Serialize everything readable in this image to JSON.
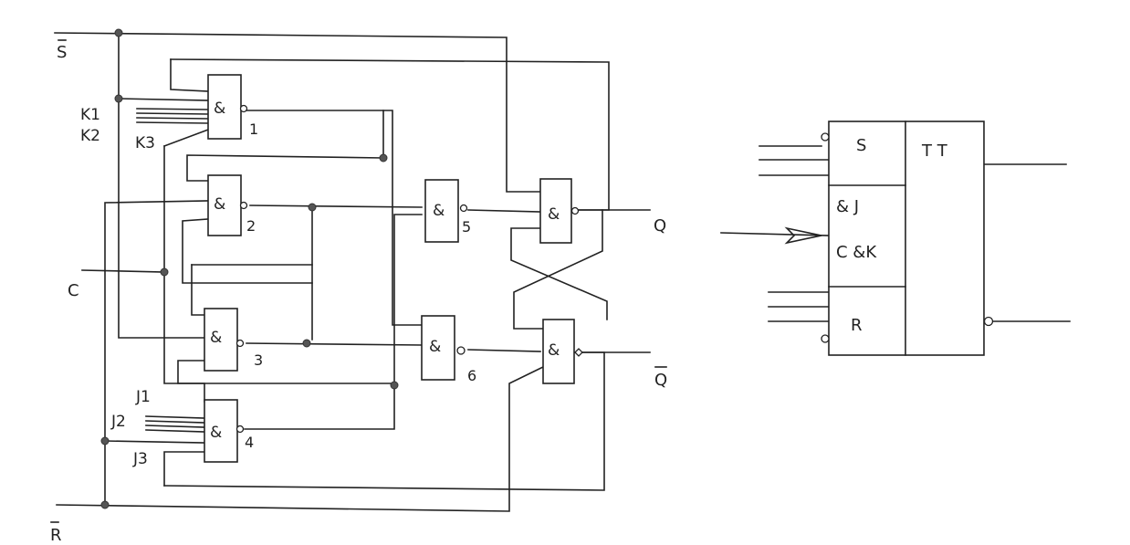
{
  "colors": {
    "ink": "#222222",
    "paper": "#ffffff"
  },
  "gate_symbol": "&",
  "left_circuit": {
    "inputs": {
      "s_bar": "S",
      "r_bar": "R",
      "k1": "K1",
      "k2": "K2",
      "k3": "K3",
      "c": "C",
      "j1": "J1",
      "j2": "J2",
      "j3": "J3"
    },
    "gate_numbers": [
      "1",
      "2",
      "3",
      "4",
      "5",
      "6"
    ],
    "outputs": {
      "q": "Q",
      "q_bar": "Q"
    }
  },
  "symbol_block": {
    "type_label": "T T",
    "s_label": "S",
    "j_label": "& J",
    "k_label": "C &K",
    "r_label": "R"
  }
}
